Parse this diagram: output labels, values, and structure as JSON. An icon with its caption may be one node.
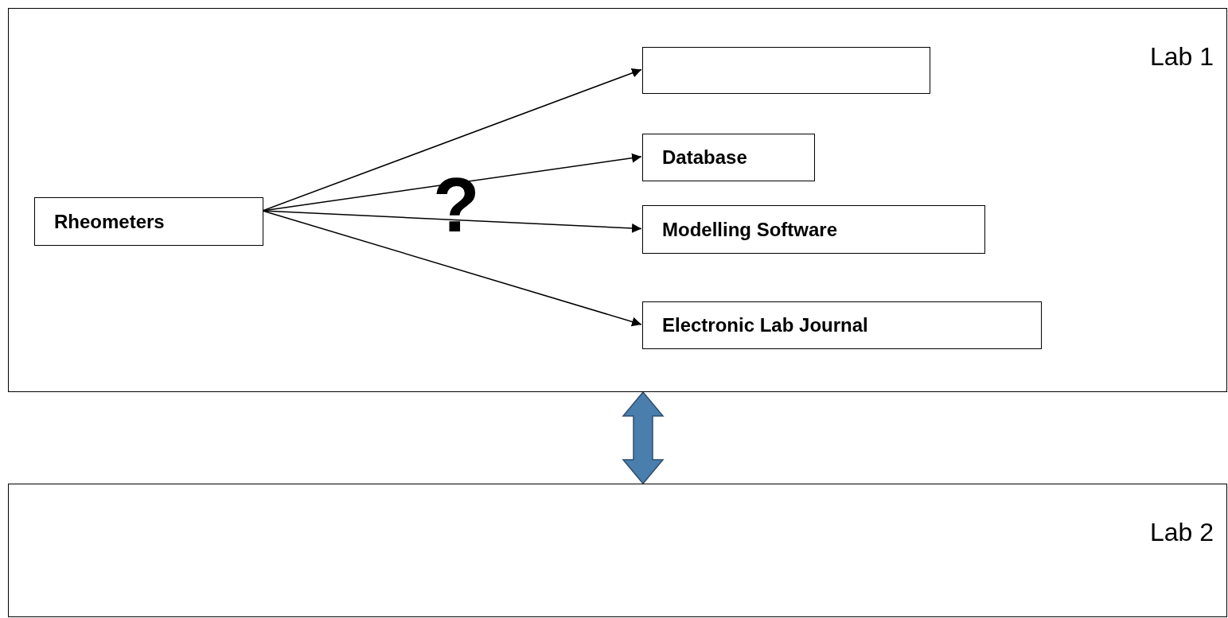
{
  "diagram": {
    "nodes": [
      {
        "text": [
          "Lab 1"
        ]
      },
      {
        "text": [
          "Rheometers"
        ],
        "in": 0
      },
      {
        "text": [],
        "shape": "box",
        "in": 0
      },
      {
        "text": [
          "Database"
        ],
        "in": 0
      },
      {
        "text": [
          "Modelling Software"
        ],
        "in": 0
      },
      {
        "text": [
          "Electronic Lab Journal"
        ],
        "in": 0
      },
      {
        "text": [
          "Lab 2"
        ]
      }
    ],
    "edges": [
      {
        "from": 1,
        "to": 2,
        "arrow": "to"
      },
      {
        "from": 1,
        "to": 3,
        "arrow": "to"
      },
      {
        "from": 1,
        "to": 4,
        "arrow": "to"
      },
      {
        "from": 1,
        "to": 5,
        "arrow": "to"
      },
      {
        "from": 0,
        "to": 6,
        "arrow": "both",
        "style": "thick",
        "color": "#4a7eac"
      }
    ],
    "labels": [
      "?"
    ]
  }
}
